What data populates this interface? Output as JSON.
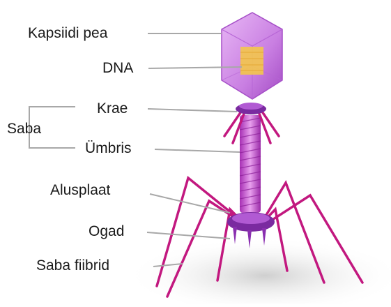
{
  "labels": {
    "capsid_head": "Kapsiidi pea",
    "dna": "DNA",
    "collar": "Krae",
    "tail_group": "Saba",
    "sheath": "Ümbris",
    "baseplate": "Alusplaat",
    "spikes": "Ogad",
    "tail_fibers": "Saba fiibrid"
  },
  "colors": {
    "leader": "#a8a8a8",
    "capsid": "#cf8ee8",
    "capsid_edge": "#a54fc7",
    "dna": "#f2c44f",
    "collar": "#7a2aa0",
    "sheath": "#c048c8",
    "fibers": "#c2187f",
    "shadow": "#d8d8d8"
  }
}
